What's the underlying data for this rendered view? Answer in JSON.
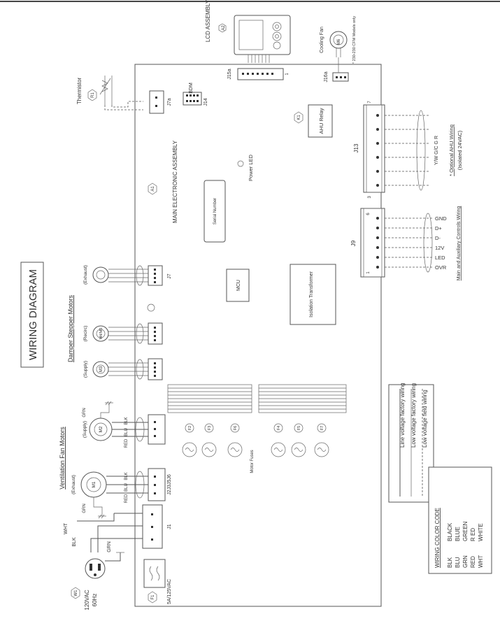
{
  "title": "WIRING DIAGRAM",
  "components": {
    "lcd": {
      "id": "A2",
      "label": "LCD ASSEMBLY"
    },
    "cooling_fan": {
      "id": "M6",
      "label": "Cooling Fan",
      "note": "* 230-230 CFM Models only"
    },
    "thermistor": {
      "id": "R1",
      "label": "Thermistor"
    },
    "main_board": {
      "id": "A1",
      "label": "MAIN ELECTRONIC ASSEMBLY"
    },
    "power_led": {
      "label": "Power LED"
    },
    "serial_number": {
      "label": "Serial Number"
    },
    "mcu": {
      "label": "MCU"
    },
    "isolation_transformer": {
      "label": "Isolation Transformer"
    },
    "ahu_relay": {
      "id": "K1",
      "label": "AHU Relay"
    },
    "damper_motors": {
      "title": "Damper Stepper Motors",
      "exhaust": {
        "label": "(Exhaust)"
      },
      "recirc": {
        "id": "M4/M5",
        "label": "(Recirc)"
      },
      "supply": {
        "id": "M3",
        "label": "(Supply)"
      }
    },
    "vent_fan_motors": {
      "title": "Ventilation Fan Motors",
      "supply": {
        "id": "M2",
        "label": "(Supply)"
      },
      "exhaust": {
        "id": "M1",
        "label": "(Exhaust)"
      }
    },
    "power_input": {
      "id": "W1",
      "voltage": "120VAC",
      "freq": "60Hz"
    },
    "fuse_main": {
      "id": "F1",
      "rating": "5A/125VAC"
    },
    "motor_fuses": {
      "label": "Motor Fuses",
      "ids": [
        "F2",
        "F3",
        "F6",
        "F4",
        "F5",
        "F7"
      ]
    }
  },
  "connectors": {
    "j1": "J1",
    "j2j3j5j6": "J2J3J5J6",
    "j7": "J7",
    "j9": "J9",
    "j13": "J13",
    "j14": "J14",
    "j14_label": "BDM",
    "j15a": "J15a",
    "j16a": "J16a",
    "j7a": "J7a"
  },
  "pin_numbers": {
    "one": "1",
    "three": "3",
    "six": "6",
    "seven": "7"
  },
  "wire_labels": {
    "blk": "BLK",
    "blu": "BLU",
    "red": "RED",
    "grn": "GRN",
    "wht": "WHT"
  },
  "j9_signals": [
    "GND",
    "D+",
    "D-",
    "12V",
    "LED",
    "OVR"
  ],
  "j9_caption": "Main and Auxiliary Controls Wiring",
  "j13_signals": "Y/W G/C G R",
  "j13_caption": [
    "* Optional AHU Wiring",
    "(Isolated 24VAC)"
  ],
  "legend": {
    "items": [
      {
        "style": "solid",
        "label": "Line voltage factory wiring"
      },
      {
        "style": "solid",
        "label": "Low voltage factory wiring"
      },
      {
        "style": "dashed",
        "label": "Low voltage field wiring"
      }
    ]
  },
  "color_code": {
    "title": "WIRING COLOR CODE",
    "rows": [
      {
        "code": "BLK",
        "name": "BLACK"
      },
      {
        "code": "BLU",
        "name": "BLUE"
      },
      {
        "code": "GRN",
        "name": "GREEN"
      },
      {
        "code": "RED",
        "name": "R  ED"
      },
      {
        "code": "WHT",
        "name": "WHITE"
      }
    ]
  }
}
